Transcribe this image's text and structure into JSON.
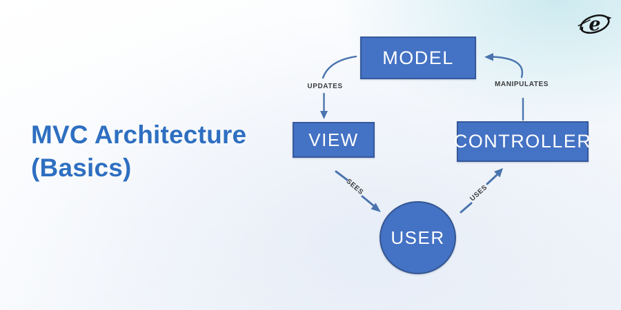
{
  "title": {
    "line1": "MVC Architecture",
    "line2": "(Basics)",
    "color": "#2e6fc1"
  },
  "logo": {
    "letter": "e",
    "color": "#141414"
  },
  "diagram": {
    "colors": {
      "node_fill": "#4472c4",
      "node_border": "#35589c",
      "node_text": "#ffffff",
      "arrow": "#4a74ad",
      "edge_label_text": "#3b3b3b",
      "background_tint_top_right": "#cae9ef",
      "background_tint_bottom": "#dbe4f3"
    },
    "nodes": {
      "model": {
        "label": "MODEL"
      },
      "view": {
        "label": "VIEW"
      },
      "controller": {
        "label": "CONTROLLER"
      },
      "user": {
        "label": "USER"
      }
    },
    "edges": {
      "updates": {
        "label": "UPDATES",
        "from": "MODEL",
        "to": "VIEW"
      },
      "manipulates": {
        "label": "MANIPULATES",
        "from": "CONTROLLER",
        "to": "MODEL"
      },
      "sees": {
        "label": "SEES",
        "from": "VIEW",
        "to": "USER"
      },
      "uses": {
        "label": "USES",
        "from": "USER",
        "to": "CONTROLLER"
      }
    }
  }
}
